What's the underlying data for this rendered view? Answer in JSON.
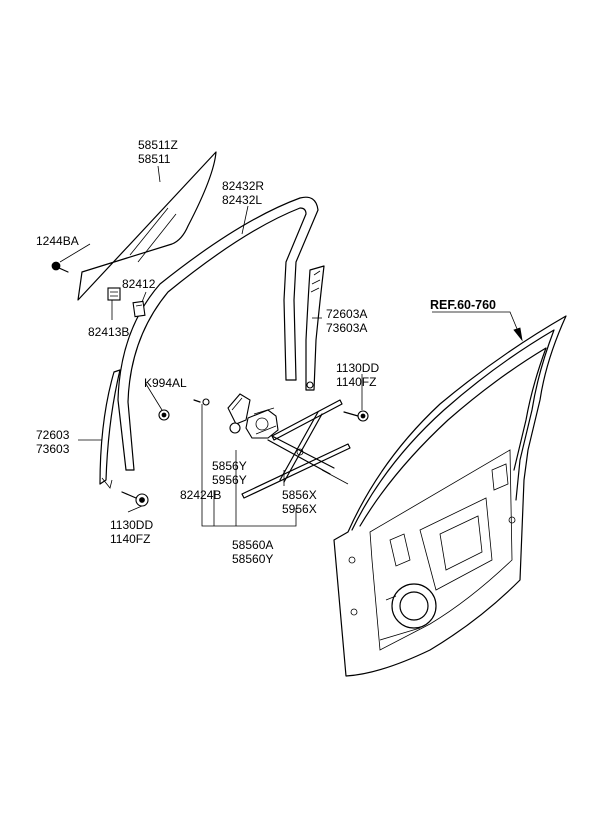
{
  "labels": {
    "glass_a": "58511Z",
    "glass_b": "58511",
    "bolt_a": "1244BA",
    "run_a": "82432R",
    "run_b": "82432L",
    "clip_a": "82412",
    "clip_b": "82413B",
    "rchan_a": "72603A",
    "rchan_b": "73603A",
    "rbolt_a": "1130DD",
    "rbolt_b": "1140FZ",
    "nut": "K994AL",
    "fchan_a": "72603",
    "fchan_b": "73603",
    "fbolt_a": "1130DD",
    "fbolt_b": "1140FZ",
    "motor_a": "5856Y",
    "motor_b": "5956Y",
    "screw": "82424B",
    "arm_a": "5856X",
    "arm_b": "5956X",
    "reg_a": "58560A",
    "reg_b": "58560Y",
    "ref": "REF.60-760"
  }
}
